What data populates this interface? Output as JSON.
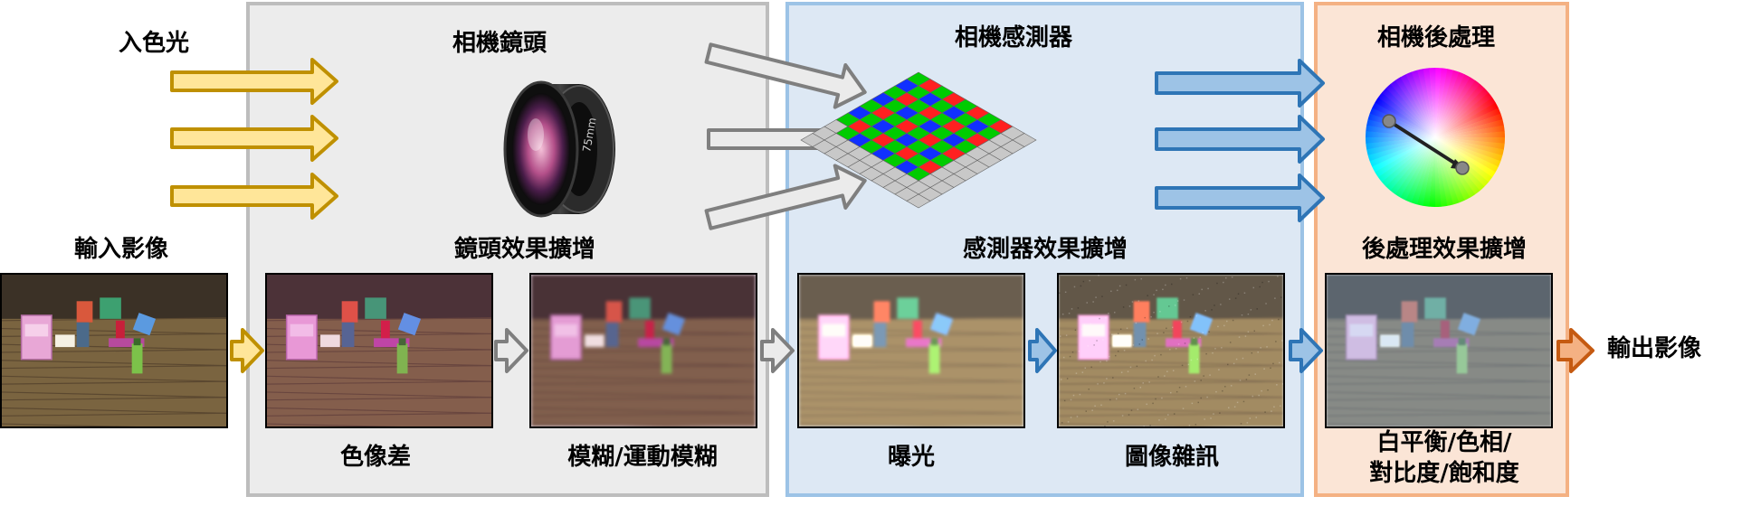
{
  "labels": {
    "incoming_light": "入色光",
    "input_image": "輸入影像",
    "output_image": "輸出影像",
    "lens_title": "相機鏡頭",
    "lens_aug": "鏡頭效果擴增",
    "chromatic_aberration": "色像差",
    "blur": "模糊/運動模糊",
    "sensor_title": "相機感測器",
    "sensor_aug": "感測器效果擴增",
    "exposure": "曝光",
    "noise": "圖像雜訊",
    "post_title": "相機後處理",
    "post_aug": "後處理效果擴增",
    "post_params_1": "白平衡/色相/",
    "post_params_2": "對比度/飽和度"
  },
  "lens_barrel_text": "75mm",
  "colors": {
    "yellow_fill": "#ffe699",
    "yellow_stroke": "#bf9000",
    "gray_fill": "#ebebeb",
    "gray_stroke": "#7f7f7f",
    "blue_fill": "#9dc3e6",
    "blue_stroke": "#2e75b6",
    "orange_fill": "#f4b183",
    "orange_stroke": "#c55a11"
  },
  "image_stages": [
    {
      "id": "input"
    },
    {
      "id": "chromatic"
    },
    {
      "id": "blur"
    },
    {
      "id": "exposure"
    },
    {
      "id": "noise"
    },
    {
      "id": "post"
    }
  ]
}
